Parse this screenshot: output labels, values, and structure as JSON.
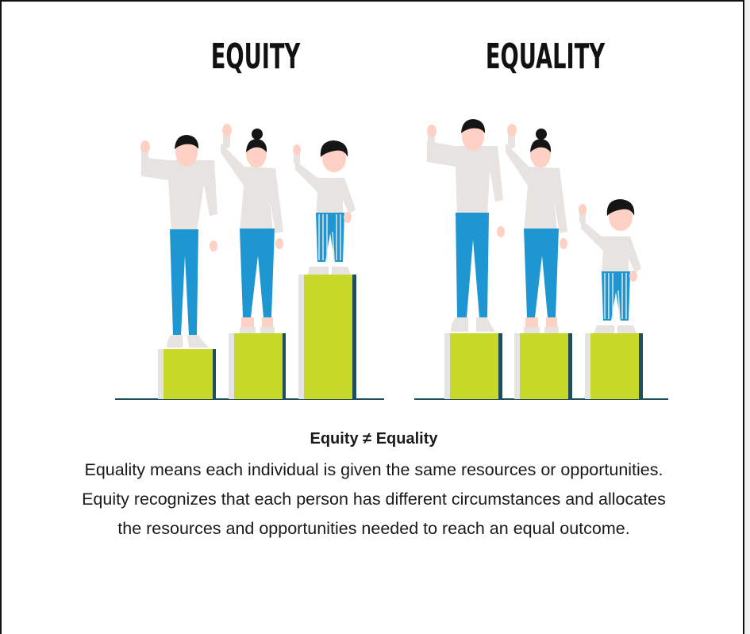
{
  "headings": {
    "equity": "EQUITY",
    "equality": "EQUALITY"
  },
  "caption": {
    "title": "Equity ≠ Equality",
    "body": "Equality means each individual is given the same resources or opportunities. Equity recognizes that each person has different circumstances and allocates the resources and opportunities needed to reach an equal outcome."
  },
  "colors": {
    "box": "#c8d829",
    "box_shadow": "#1f4e5c",
    "box_light": "#e4e4e4",
    "pants": "#1e96d2",
    "shirt": "#e6e3e1",
    "skin": "#ffd1c4",
    "hair": "#151515",
    "ground": "#1f4e5c"
  }
}
